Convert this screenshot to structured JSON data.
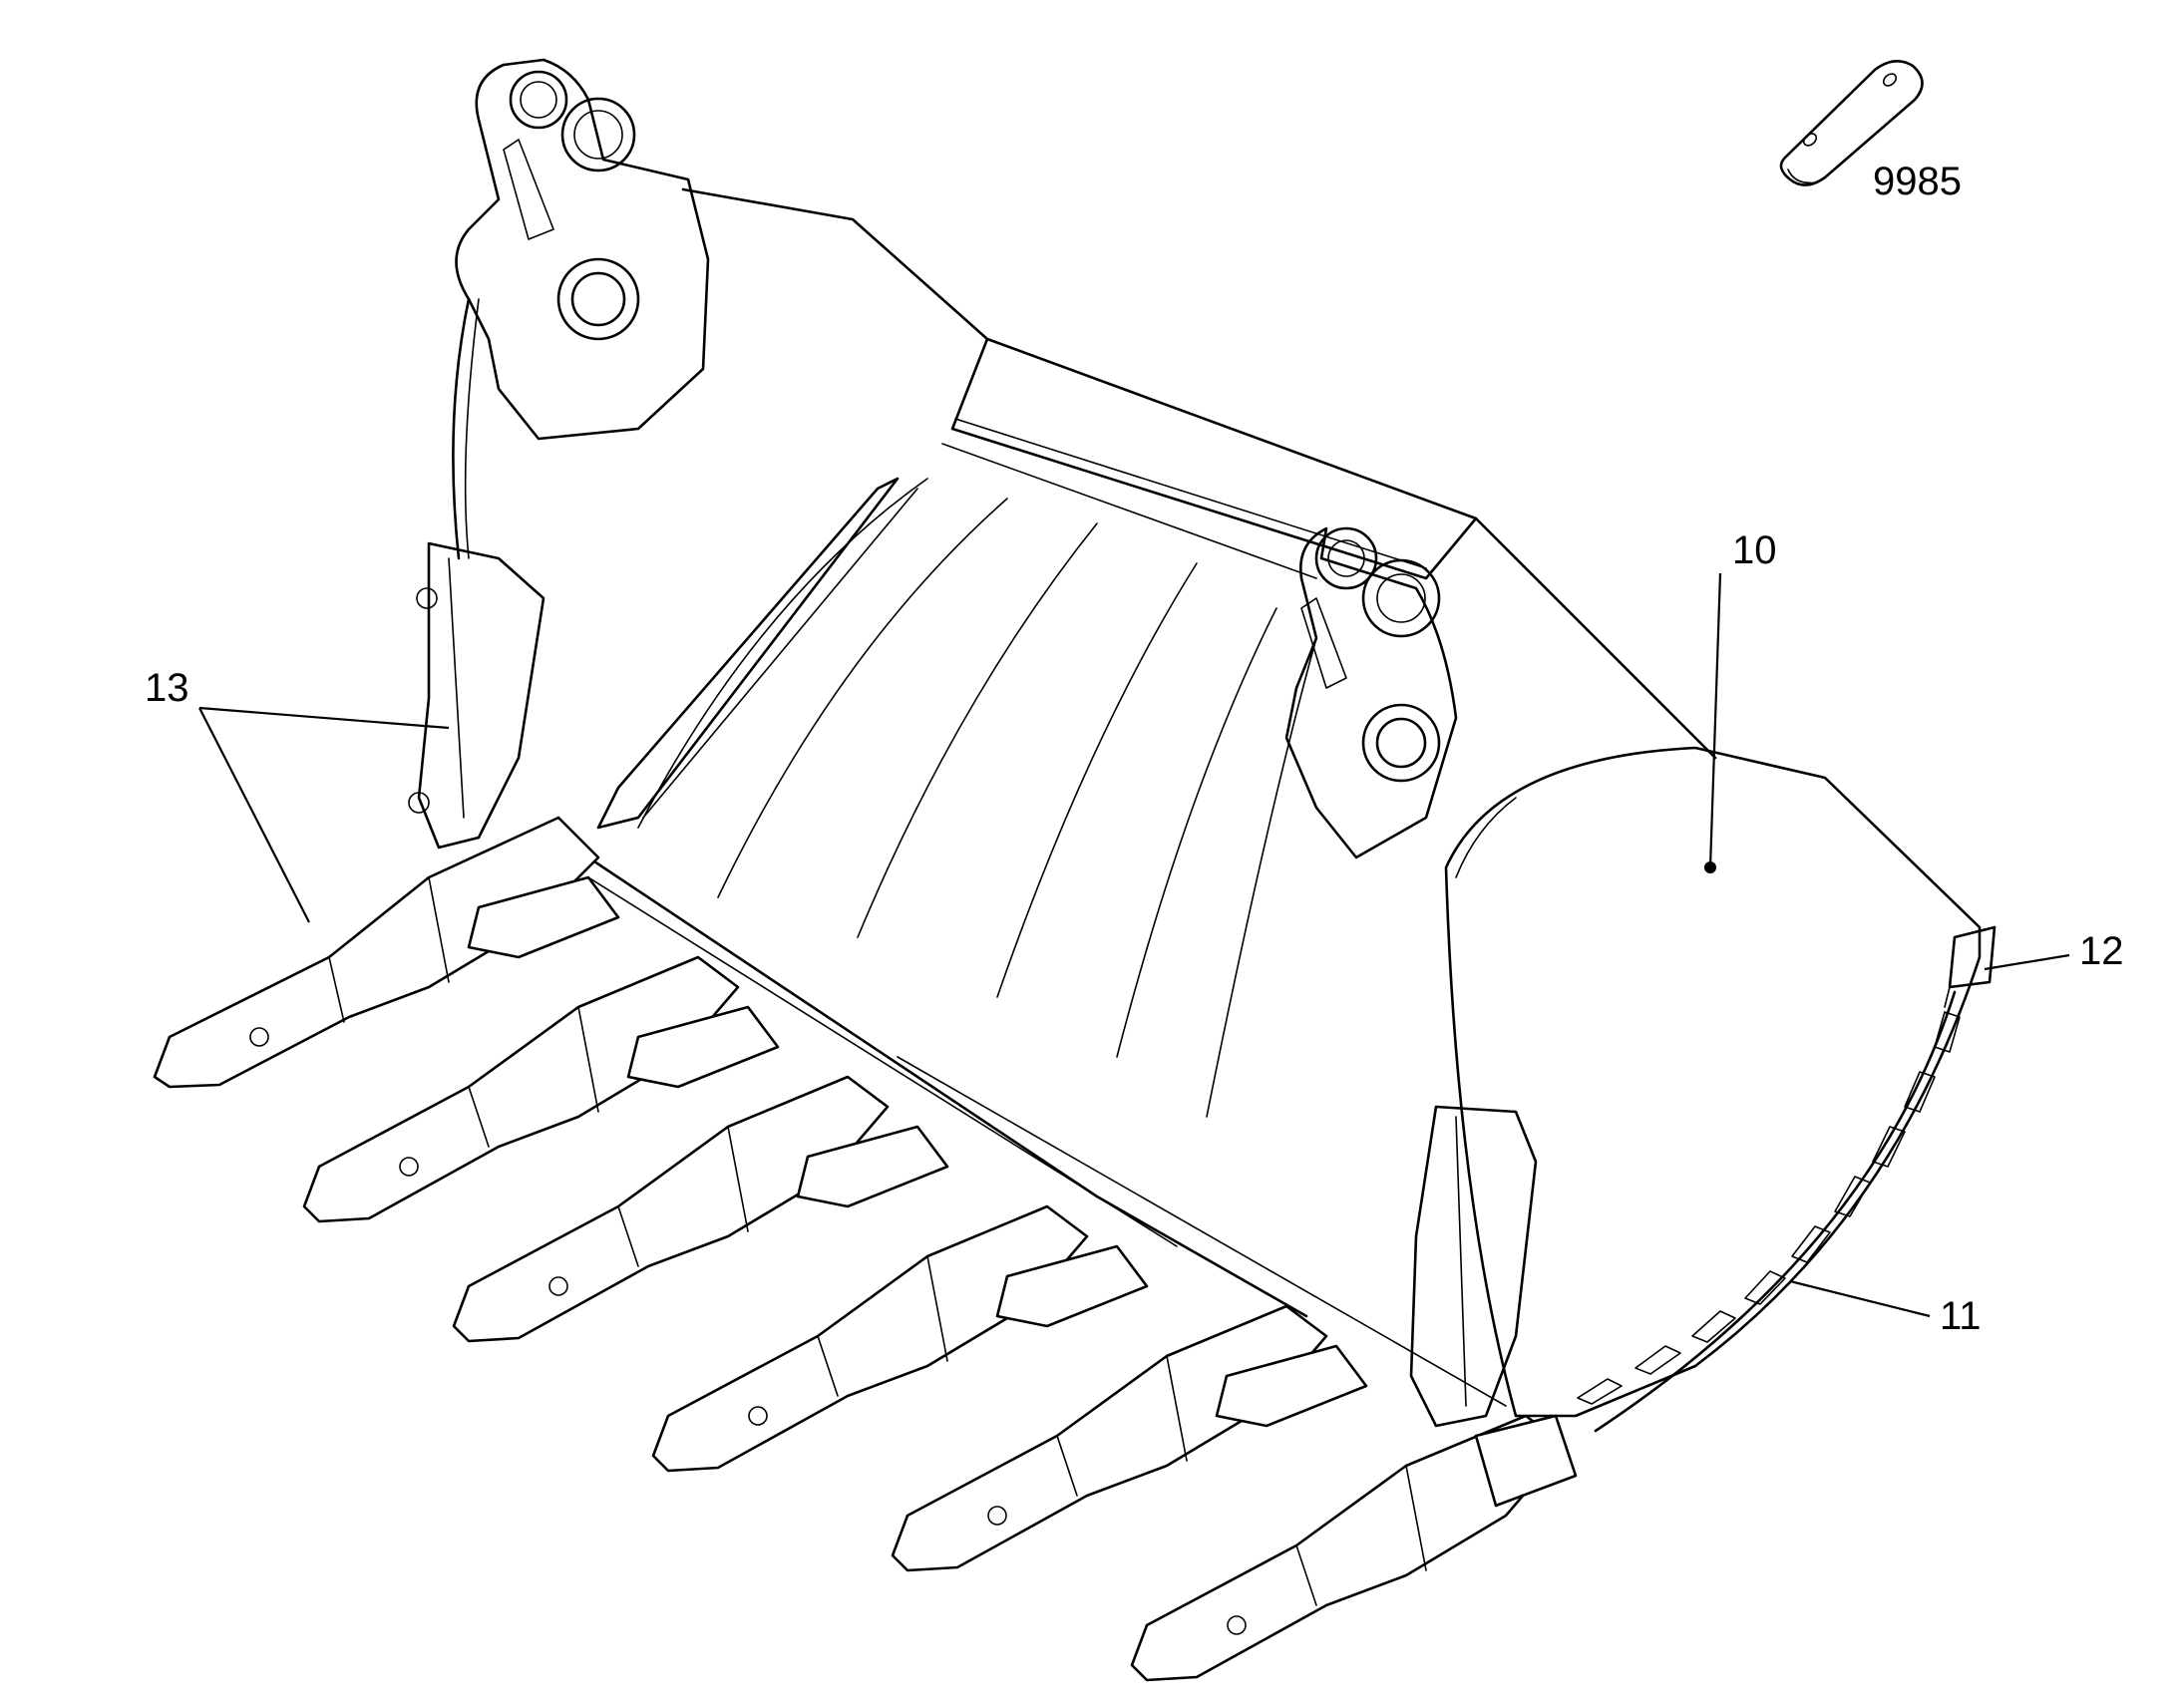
{
  "diagram": {
    "callouts": {
      "c9985": "9985",
      "c10": "10",
      "c11": "11",
      "c12": "12",
      "c13": "13"
    }
  }
}
